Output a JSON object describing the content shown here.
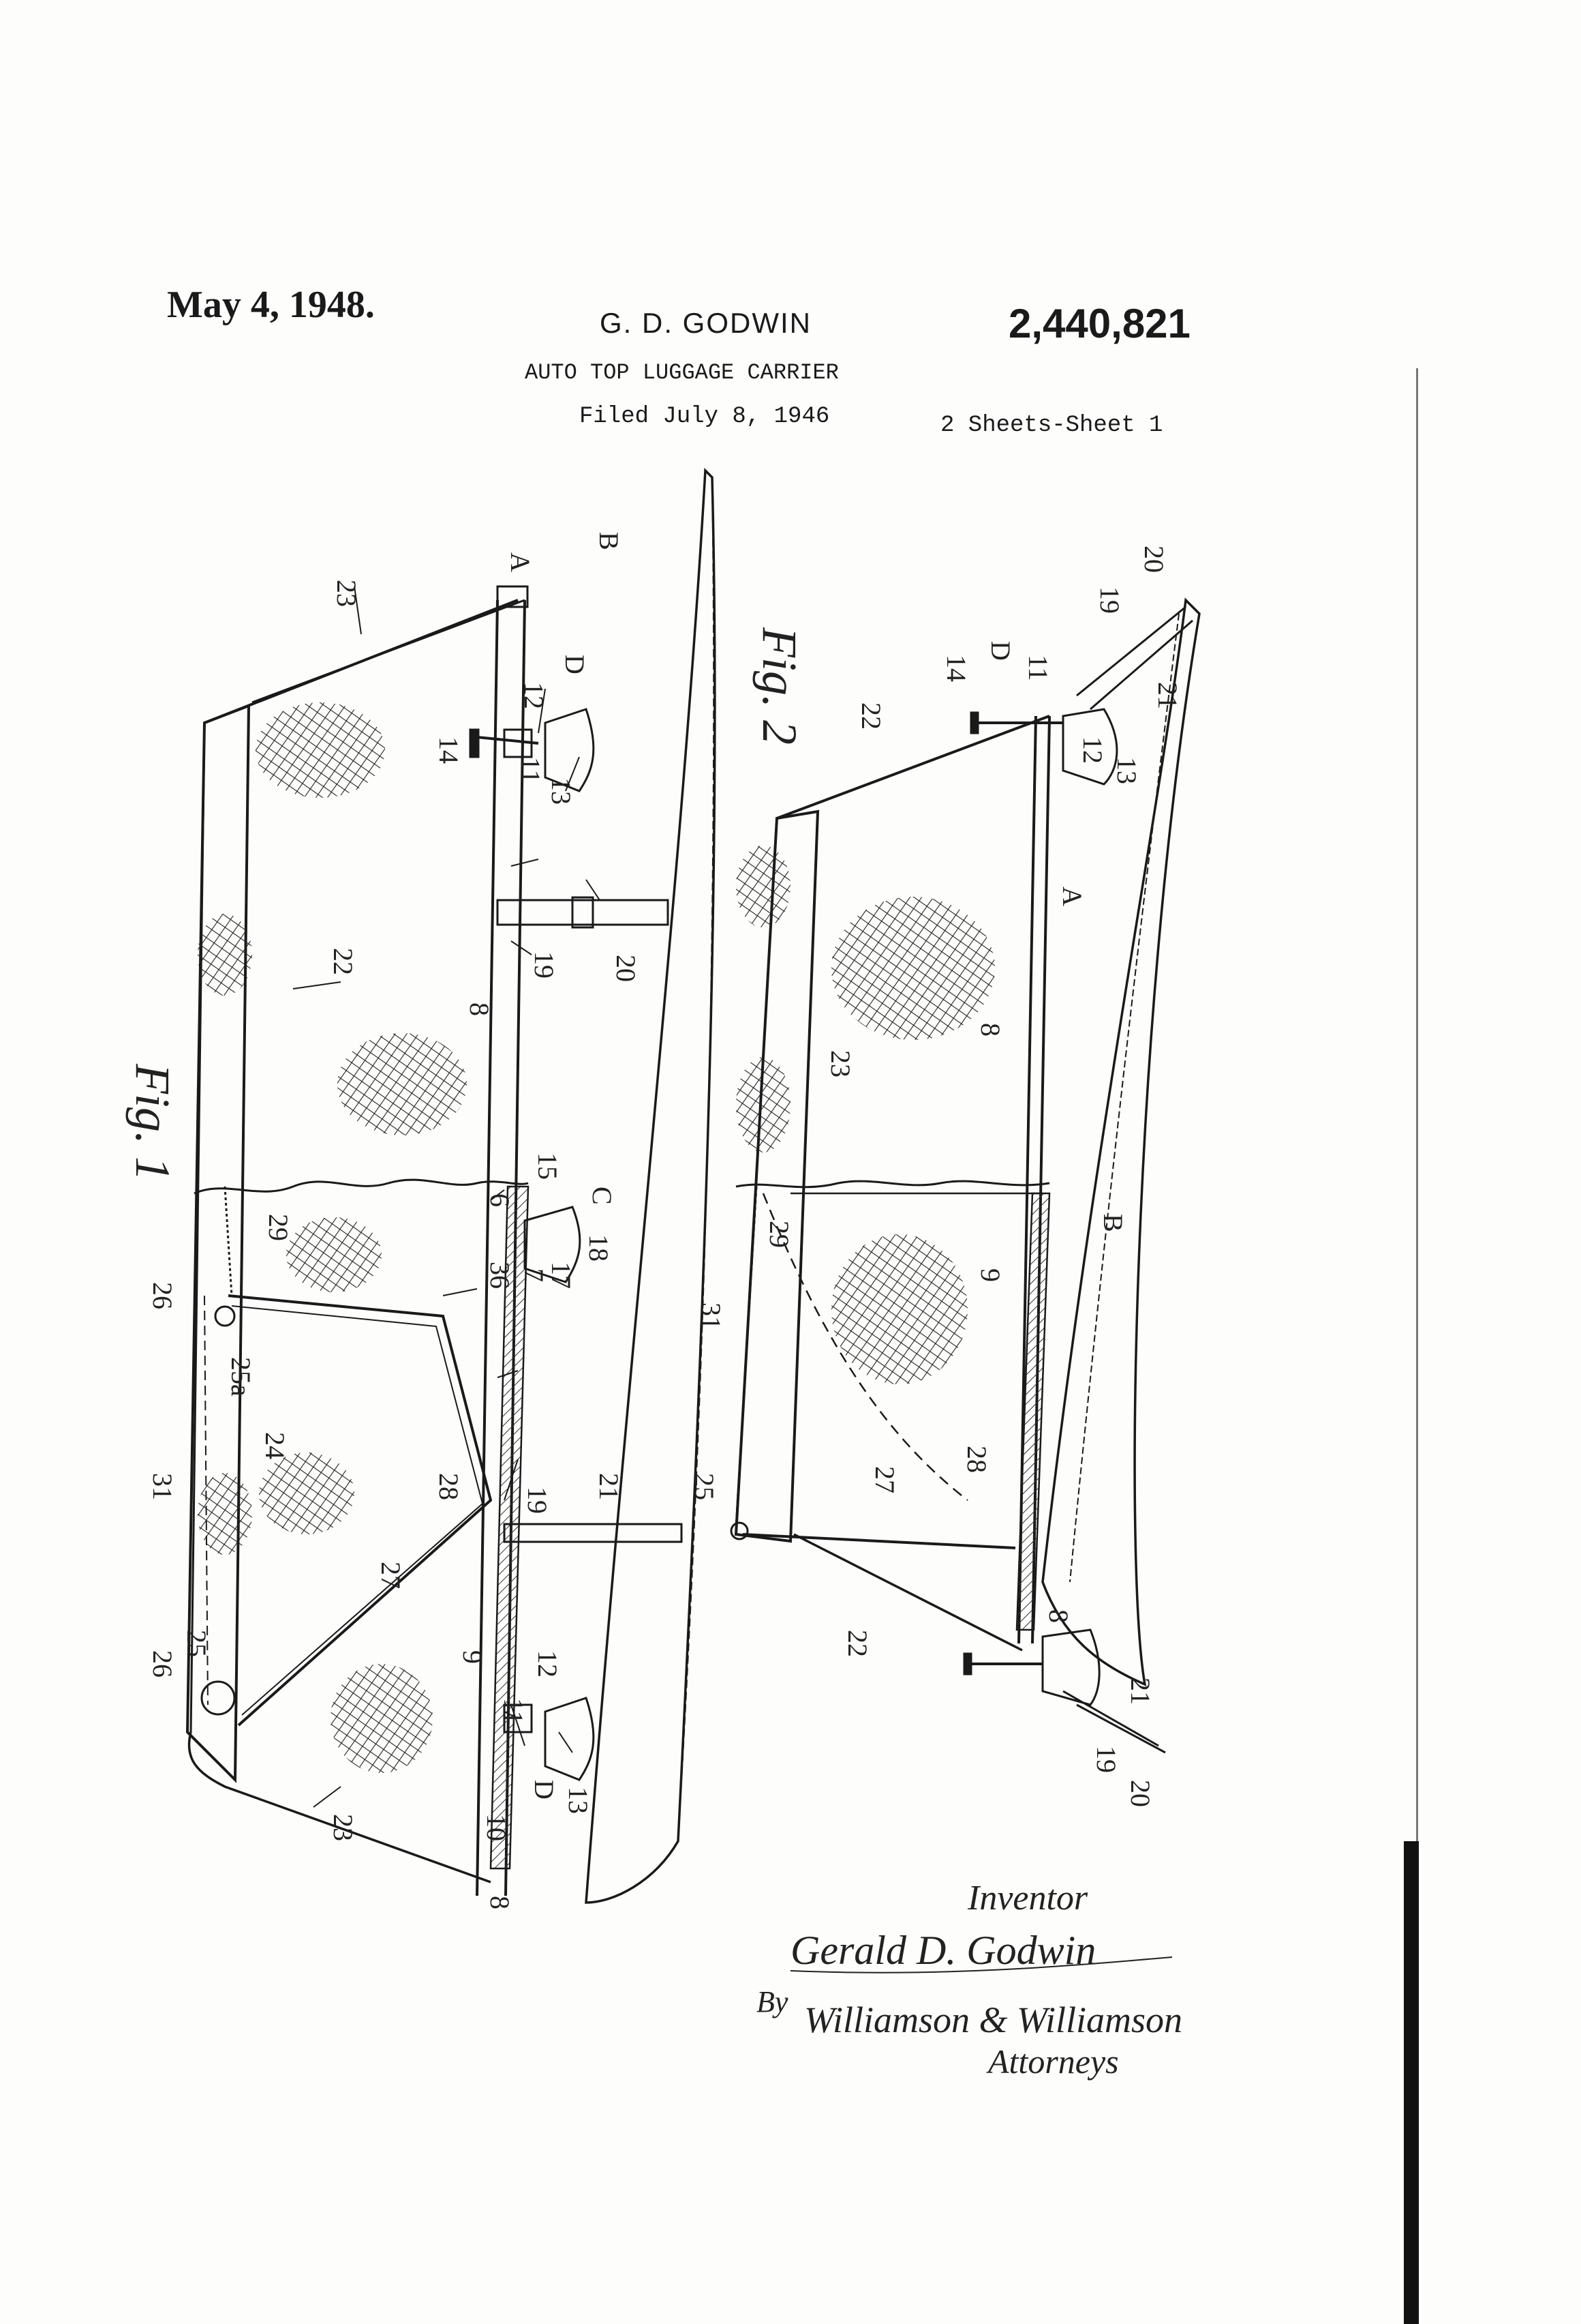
{
  "header": {
    "date": "May 4, 1948.",
    "inventor": "G. D. GODWIN",
    "patent_number": "2,440,821",
    "title": "AUTO TOP LUGGAGE CARRIER",
    "filed": "Filed July 8, 1946",
    "sheets": "2 Sheets-Sheet 1"
  },
  "figures": {
    "fig1": {
      "label": "Fig. 1",
      "refs": [
        "A",
        "B",
        "D",
        "23",
        "22",
        "14",
        "12",
        "11",
        "13",
        "19",
        "20",
        "8",
        "6",
        "15",
        "C",
        "36",
        "7",
        "17",
        "18",
        "29",
        "26",
        "25a",
        "24",
        "31",
        "28",
        "27",
        "21",
        "19",
        "26",
        "25",
        "9",
        "12",
        "11",
        "D",
        "13",
        "10",
        "23",
        "8"
      ]
    },
    "fig2": {
      "label": "Fig. 2",
      "refs": [
        "22",
        "14",
        "D",
        "11",
        "19",
        "20",
        "12",
        "21",
        "13",
        "A",
        "23",
        "8",
        "B",
        "9",
        "29",
        "31",
        "28",
        "25",
        "27",
        "22",
        "8",
        "21",
        "19",
        "20"
      ]
    }
  },
  "signature": {
    "inventor_label": "Inventor",
    "inventor_name": "Gerald D. Godwin",
    "by": "By",
    "attorneys": "Williamson & Williamson",
    "attorneys_label": "Attorneys"
  },
  "colors": {
    "ink": "#1a1a1a",
    "paper": "#fdfdfc"
  }
}
